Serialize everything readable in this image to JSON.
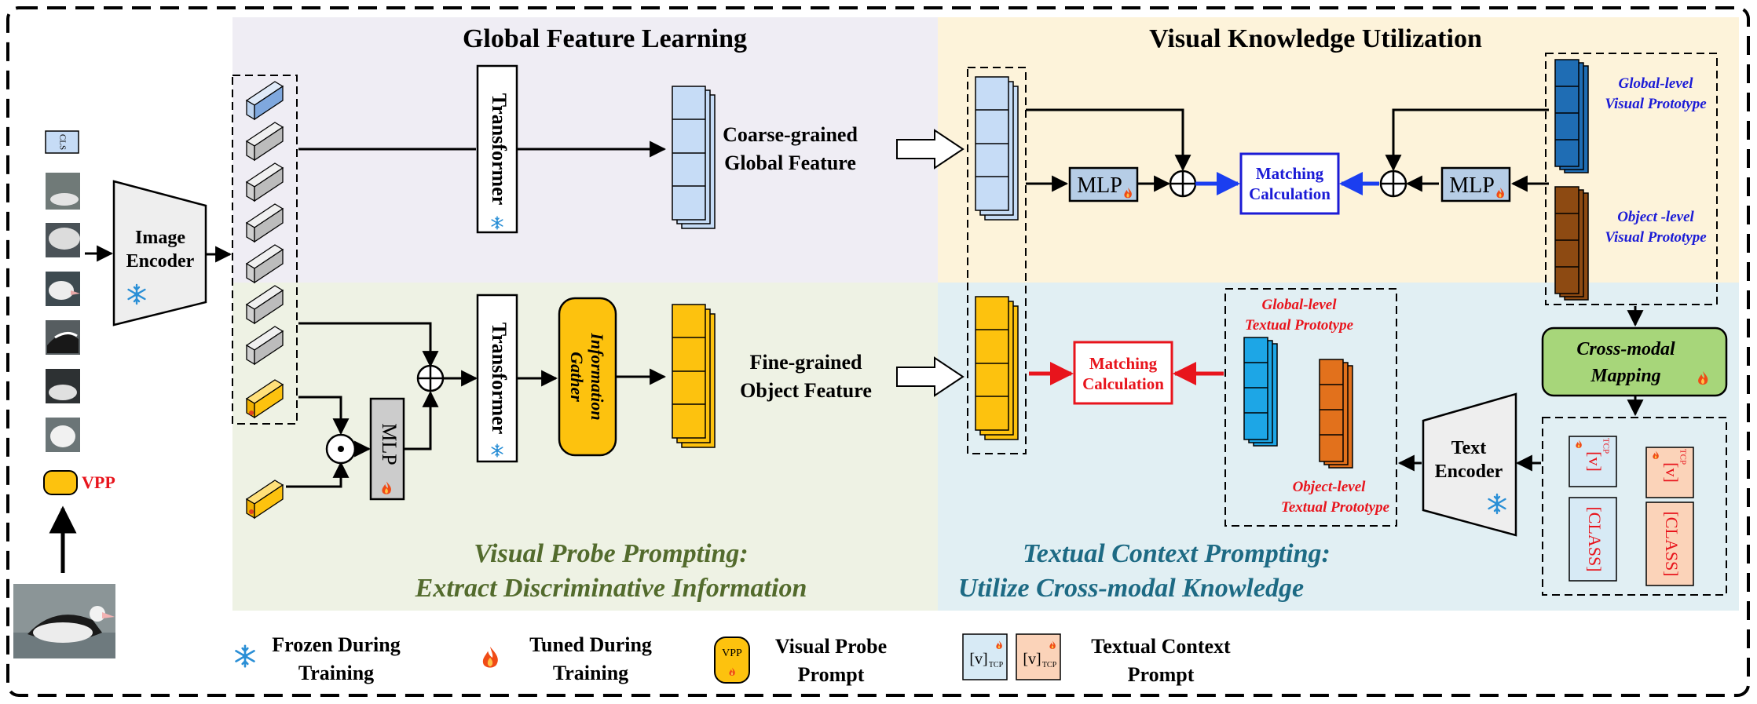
{
  "sections": {
    "global_title": "Global Feature Learning",
    "visual_title": "Visual Knowledge Utilization",
    "vpp_caption_1": "Visual Probe Prompting:",
    "vpp_caption_2": "Extract Discriminative Information",
    "tcp_caption_1": "Textual Context Prompting:",
    "tcp_caption_2": "Utilize Cross-modal Knowledge"
  },
  "input": {
    "cls_token": "CLS",
    "vpp_label": "VPP"
  },
  "modules": {
    "image_encoder_1": "Image",
    "image_encoder_2": "Encoder",
    "transformer_top": "Transformer",
    "transformer_bottom": "Transformer",
    "info_gather_1": "Information",
    "info_gather_2": "Gather",
    "mlp_left": "MLP",
    "mlp_mid": "MLP",
    "mlp_right": "MLP",
    "matching_top_1": "Matching",
    "matching_top_2": "Calculation",
    "matching_bottom_1": "Matching",
    "matching_bottom_2": "Calculation",
    "cross_modal_1": "Cross-modal",
    "cross_modal_2": "Mapping",
    "text_encoder_1": "Text",
    "text_encoder_2": "Encoder"
  },
  "features": {
    "coarse_1": "Coarse-grained",
    "coarse_2": "Global Feature",
    "fine_1": "Fine-grained",
    "fine_2": "Object Feature",
    "global_visual_1": "Global-level",
    "global_visual_2": "Visual Prototype",
    "object_visual_1": "Object -level",
    "object_visual_2": "Visual Prototype",
    "global_textual_1": "Global-level",
    "global_textual_2": "Textual Prototype",
    "object_textual_1": "Object-level",
    "object_textual_2": "Textual Prototype"
  },
  "prompt_tokens": {
    "v_token": "[v]",
    "tcp_sub": "TCP",
    "class_token": "[CLASS]"
  },
  "legend": {
    "frozen_1": "Frozen During",
    "frozen_2": "Training",
    "tuned_1": "Tuned During",
    "tuned_2": "Training",
    "vpp_icon": "VPP",
    "vpp_1": "Visual Probe",
    "vpp_2": "Prompt",
    "v_icon": "[v]",
    "tcp_icon_sub": "TCP",
    "tcp_1": "Textual Context",
    "tcp_2": "Prompt"
  },
  "colors": {
    "bg_global": "#efedf4",
    "bg_visual": "#fdf3da",
    "bg_vpp": "#eef2e4",
    "bg_tcp": "#e1eff3",
    "light_blue": "#c6dcf6",
    "yellow": "#fdc20e",
    "dark_blue": "#1f6db4",
    "brown": "#8d4a12",
    "cyan": "#1da6e6",
    "orange": "#e2711c",
    "green_box": "#a7d67a",
    "blue_text": "#1b1bd6",
    "red_text": "#e8141c",
    "vpp_caption": "#536b2d",
    "tcp_caption": "#1d6a84"
  }
}
